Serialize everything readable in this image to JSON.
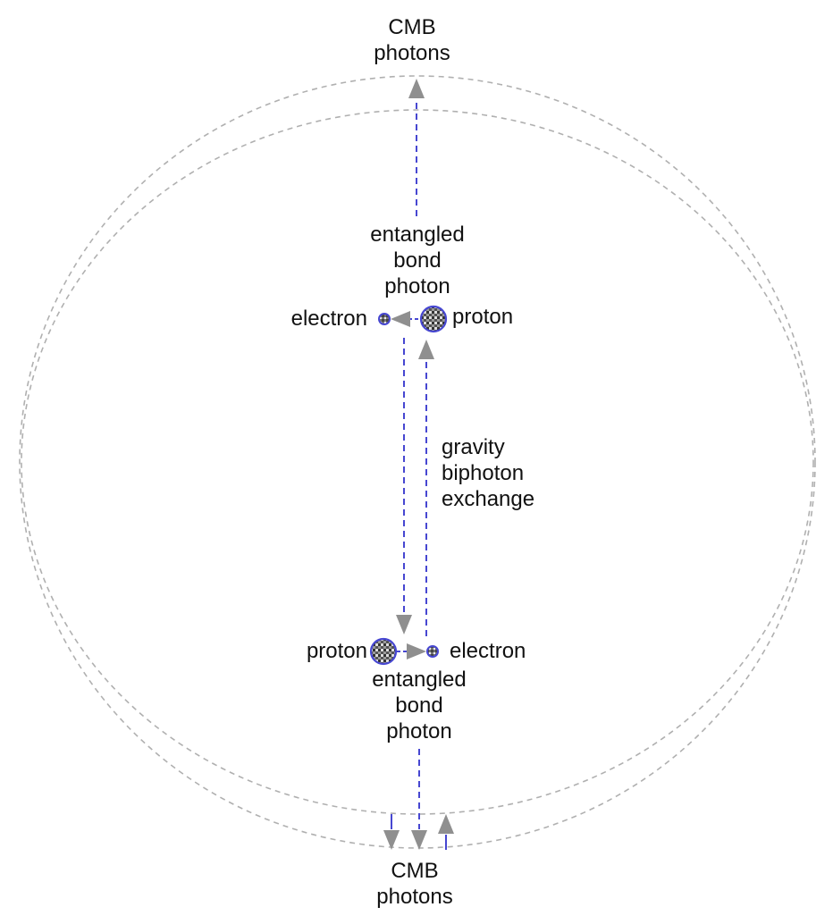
{
  "labels": {
    "cmb_top": [
      "CMB",
      "photons"
    ],
    "cmb_bottom": [
      "CMB",
      "photons"
    ],
    "bond_top": [
      "entangled",
      "bond",
      "photon"
    ],
    "bond_bottom": [
      "entangled",
      "bond",
      "photon"
    ],
    "electron_top": "electron",
    "proton_top": "proton",
    "proton_bottom": "proton",
    "electron_bottom": "electron",
    "gravity": [
      "gravity",
      "biphoton",
      "exchange"
    ]
  },
  "colors": {
    "photon_edge": "#4747d1",
    "arrowhead": "#8f8f8f",
    "boundary": "#b0b0b0",
    "node_ring": "#4747d1"
  }
}
